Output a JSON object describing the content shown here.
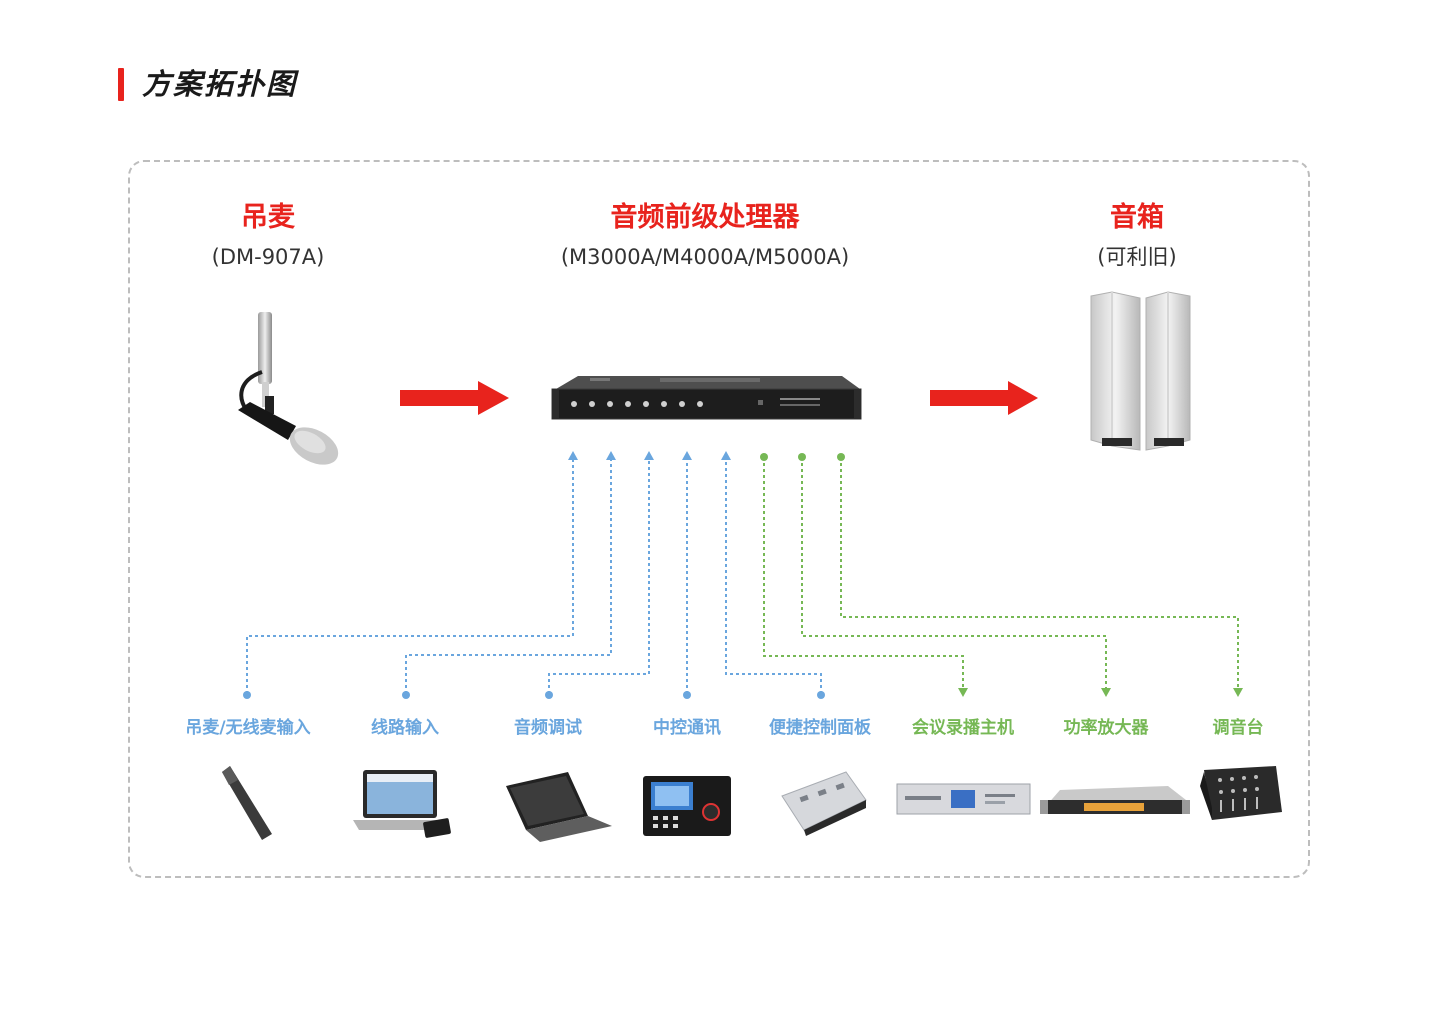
{
  "page": {
    "title": "方案拓扑图"
  },
  "colors": {
    "accent_red": "#e8231d",
    "line_blue": "#6aa6de",
    "line_green": "#76b855",
    "frame_border": "#bdbdbd"
  },
  "main_nodes": {
    "mic": {
      "title": "吊麦",
      "subtitle": "(DM-907A)",
      "icon": "hanging-microphone-icon"
    },
    "processor": {
      "title": "音频前级处理器",
      "subtitle": "(M3000A/M4000A/M5000A)",
      "icon": "rack-processor-icon"
    },
    "speaker": {
      "title": "音箱",
      "subtitle": "(可利旧)",
      "icon": "column-speakers-icon"
    }
  },
  "peripherals": {
    "inputs": [
      {
        "label": "吊麦/无线麦输入",
        "icon": "wireless-mic-icon"
      },
      {
        "label": "线路输入",
        "icon": "laptop-phone-icon"
      },
      {
        "label": "音频调试",
        "icon": "laptop-icon"
      },
      {
        "label": "中控通讯",
        "icon": "control-terminal-icon"
      },
      {
        "label": "便捷控制面板",
        "icon": "control-panel-icon"
      }
    ],
    "outputs": [
      {
        "label": "会议录播主机",
        "icon": "recorder-host-icon"
      },
      {
        "label": "功率放大器",
        "icon": "power-amplifier-icon"
      },
      {
        "label": "调音台",
        "icon": "mixer-console-icon"
      }
    ]
  }
}
